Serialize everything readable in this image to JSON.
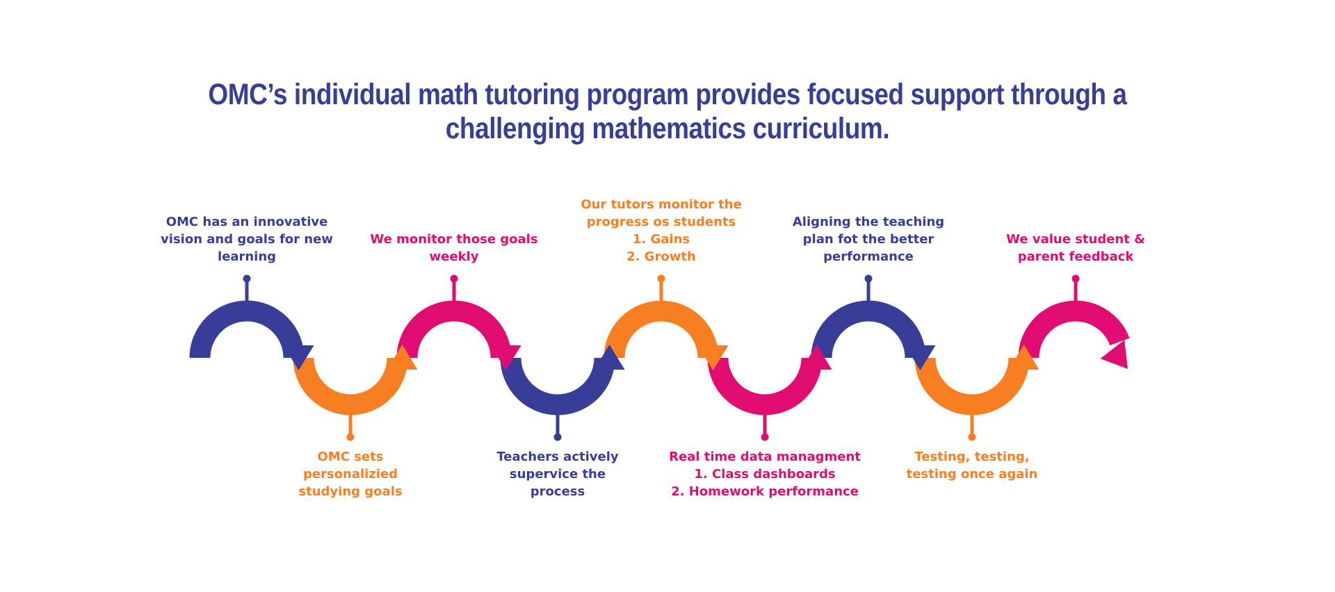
{
  "title": {
    "text": "OMC’s individual math tutoring program provides focused support through a\nchallenging mathematics curriculum."
  },
  "colors": {
    "indigo": "#383D97",
    "pink": "#E00C72",
    "orange": "#F87E22",
    "background": "#FFFFFF"
  },
  "diagram": {
    "type": "process-wave-timeline",
    "direction": "left-to-right",
    "steps": [
      {
        "index": 1,
        "position": "top",
        "color": "indigo",
        "label": "OMC has an innovative\nvision and goals for new\nlearning"
      },
      {
        "index": 2,
        "position": "bottom",
        "color": "orange",
        "label": "OMC sets\npersonalizied\nstudying goals"
      },
      {
        "index": 3,
        "position": "top",
        "color": "pink",
        "label": "We monitor those goals\nweekly"
      },
      {
        "index": 4,
        "position": "bottom",
        "color": "indigo",
        "label": "Teachers actively\nsupervice the\nprocess"
      },
      {
        "index": 5,
        "position": "top",
        "color": "orange",
        "label": "Our tutors monitor the\nprogress os students\n1. Gains\n2. Growth"
      },
      {
        "index": 6,
        "position": "bottom",
        "color": "pink",
        "label": "Real time data managment\n1. Class dashboards\n2. Homework performance"
      },
      {
        "index": 7,
        "position": "top",
        "color": "indigo",
        "label": "Aligning the teaching\nplan fot the better\nperformance"
      },
      {
        "index": 8,
        "position": "bottom",
        "color": "orange",
        "label": "Testing, testing,\ntesting once again"
      },
      {
        "index": 9,
        "position": "top",
        "color": "pink",
        "label": "We value student &\nparent feedback"
      }
    ]
  }
}
